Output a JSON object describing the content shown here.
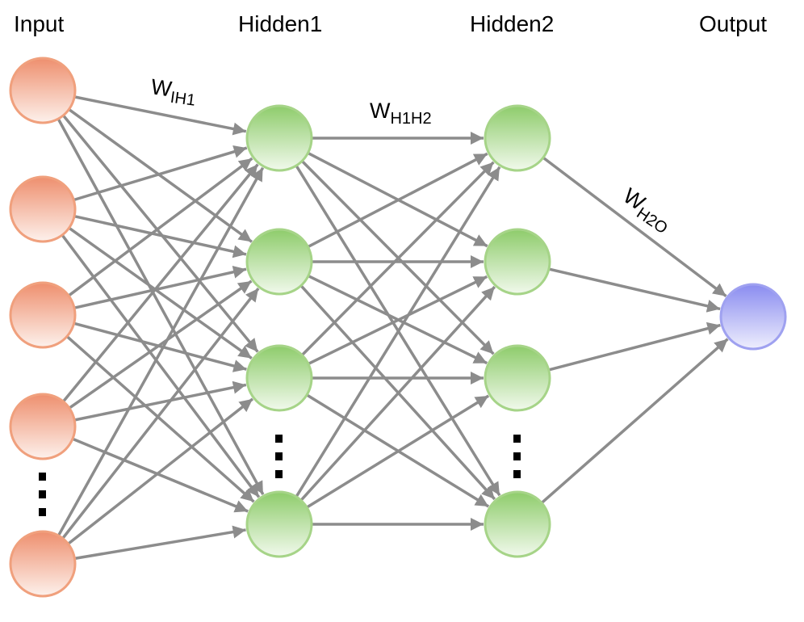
{
  "layers": [
    {
      "id": "input",
      "title": "Input",
      "node_count": 5,
      "has_ellipsis": true,
      "fill_top": "#ee8f6e",
      "fill_bottom": "#fdf1ec",
      "stroke": "#f0a07d"
    },
    {
      "id": "hidden1",
      "title": "Hidden1",
      "node_count": 4,
      "has_ellipsis": true,
      "fill_top": "#8ecc6b",
      "fill_bottom": "#f1f9ec",
      "stroke": "#a6d488"
    },
    {
      "id": "hidden2",
      "title": "Hidden2",
      "node_count": 4,
      "has_ellipsis": true,
      "fill_top": "#8ecc6b",
      "fill_bottom": "#f1f9ec",
      "stroke": "#a6d488"
    },
    {
      "id": "output",
      "title": "Output",
      "node_count": 1,
      "has_ellipsis": false,
      "fill_top": "#8a8cf0",
      "fill_bottom": "#eeeefd",
      "stroke": "#9fa1f0"
    }
  ],
  "weights": [
    {
      "id": "w-ih1",
      "base": "W",
      "sub": "IH1"
    },
    {
      "id": "w-h1h2",
      "base": "W",
      "sub": "H1H2"
    },
    {
      "id": "w-h2o",
      "base": "W",
      "sub": "H2O"
    }
  ],
  "edge_color": "#8c8c8c"
}
